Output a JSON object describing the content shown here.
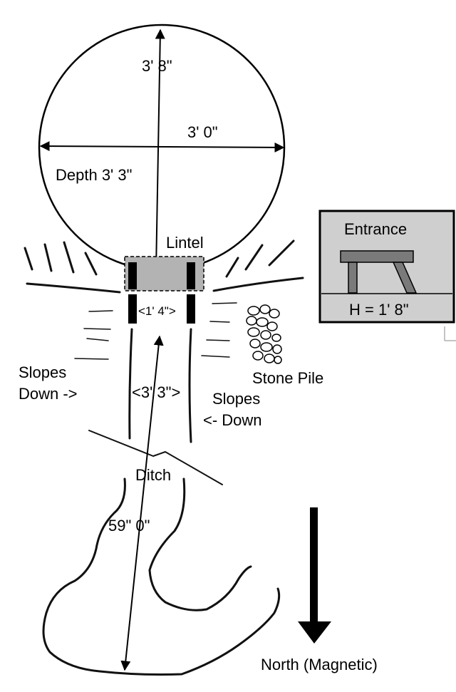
{
  "diagram": {
    "labels": {
      "height_chamber": "3' 8\"",
      "width_chamber": "3' 0\"",
      "depth": "Depth 3' 3\"",
      "lintel": "Lintel",
      "doorway_width": "<1' 4\">",
      "passage_width": "<3' 3\">",
      "slopes_left_1": "Slopes",
      "slopes_left_2": "Down ->",
      "slopes_right_1": "Slopes",
      "slopes_right_2": "<- Down",
      "stone_pile": "Stone Pile",
      "ditch": "Ditch",
      "length": "59\" 0\"",
      "north": "North (Magnetic)"
    },
    "inset": {
      "title": "Entrance",
      "height": "H = 1' 8\""
    }
  }
}
